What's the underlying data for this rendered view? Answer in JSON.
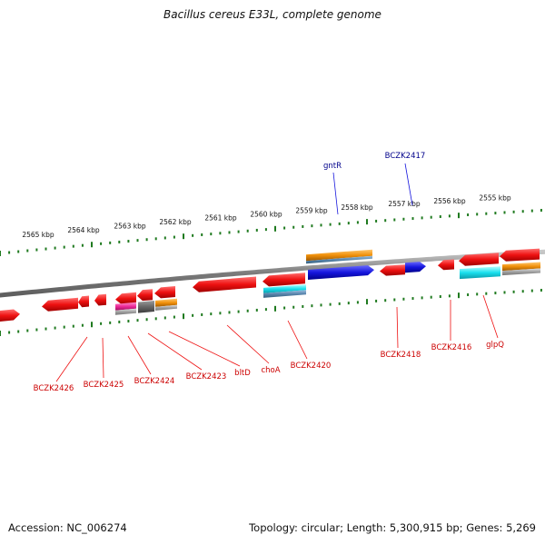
{
  "header": {
    "title": "Bacillus cereus E33L, complete genome"
  },
  "footer": {
    "accession": "Accession: NC_006274",
    "summary": "Topology: circular; Length: 5,300,915 bp; Genes: 5,269"
  },
  "colors": {
    "backbone": "#8a8a8a",
    "tick": "#1f7a1f",
    "gene_red": "#ee1111",
    "gene_blue": "#1515dd",
    "label_red": "#cc0000",
    "label_blue": "#00008b",
    "orange": "#f0900a",
    "cyan": "#19e0ee",
    "magenta": "#ee2a9a",
    "gray": "#a0a0a0",
    "steel": "#5a86ad",
    "darkgray": "#666666"
  },
  "scale": {
    "kbp_labels": [
      "2565 kbp",
      "2564 kbp",
      "2563 kbp",
      "2562 kbp",
      "2561 kbp",
      "2560 kbp",
      "2559 kbp",
      "2558 kbp",
      "2557 kbp",
      "2556 kbp",
      "2555 kbp"
    ]
  },
  "gene_labels": [
    {
      "text": "gntR",
      "strand": "forward",
      "color": "blue"
    },
    {
      "text": "BCZK2417",
      "strand": "forward",
      "color": "blue"
    },
    {
      "text": "BCZK2426",
      "strand": "reverse",
      "color": "red"
    },
    {
      "text": "BCZK2425",
      "strand": "reverse",
      "color": "red"
    },
    {
      "text": "BCZK2424",
      "strand": "reverse",
      "color": "red"
    },
    {
      "text": "BCZK2423",
      "strand": "reverse",
      "color": "red"
    },
    {
      "text": "bltD",
      "strand": "reverse",
      "color": "red"
    },
    {
      "text": "choA",
      "strand": "reverse",
      "color": "red"
    },
    {
      "text": "BCZK2420",
      "strand": "reverse",
      "color": "red"
    },
    {
      "text": "BCZK2418",
      "strand": "reverse",
      "color": "red"
    },
    {
      "text": "BCZK2416",
      "strand": "reverse",
      "color": "red"
    },
    {
      "text": "glpQ",
      "strand": "reverse",
      "color": "red"
    }
  ]
}
